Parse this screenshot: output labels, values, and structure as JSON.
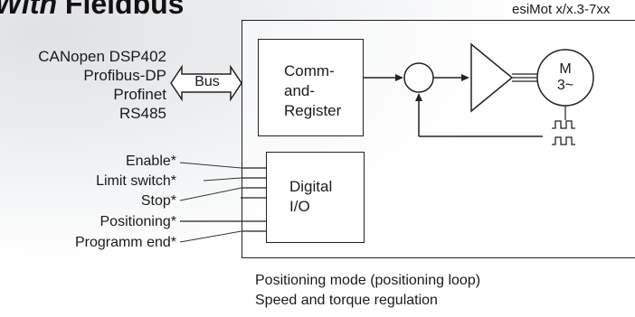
{
  "title": {
    "emphasis": "With",
    "rest": " Fieldbus"
  },
  "model": "esiMot x/x.3-7xx",
  "bus": {
    "protocols": [
      "CANopen DSP402",
      "Profibus-DP",
      "Profinet",
      "RS485"
    ],
    "arrow_label": "Bus"
  },
  "blocks": {
    "comm_register": [
      "Comm-",
      "and-",
      "Register"
    ],
    "digital_io": [
      "Digital",
      "I/O"
    ],
    "motor": {
      "letter": "M",
      "phase": "3~"
    }
  },
  "signals": [
    "Enable*",
    "Limit switch*",
    "Stop*",
    "Positioning*",
    "Programm end*"
  ],
  "caption": [
    "Positioning mode (positioning loop)",
    "Speed and torque regulation"
  ]
}
